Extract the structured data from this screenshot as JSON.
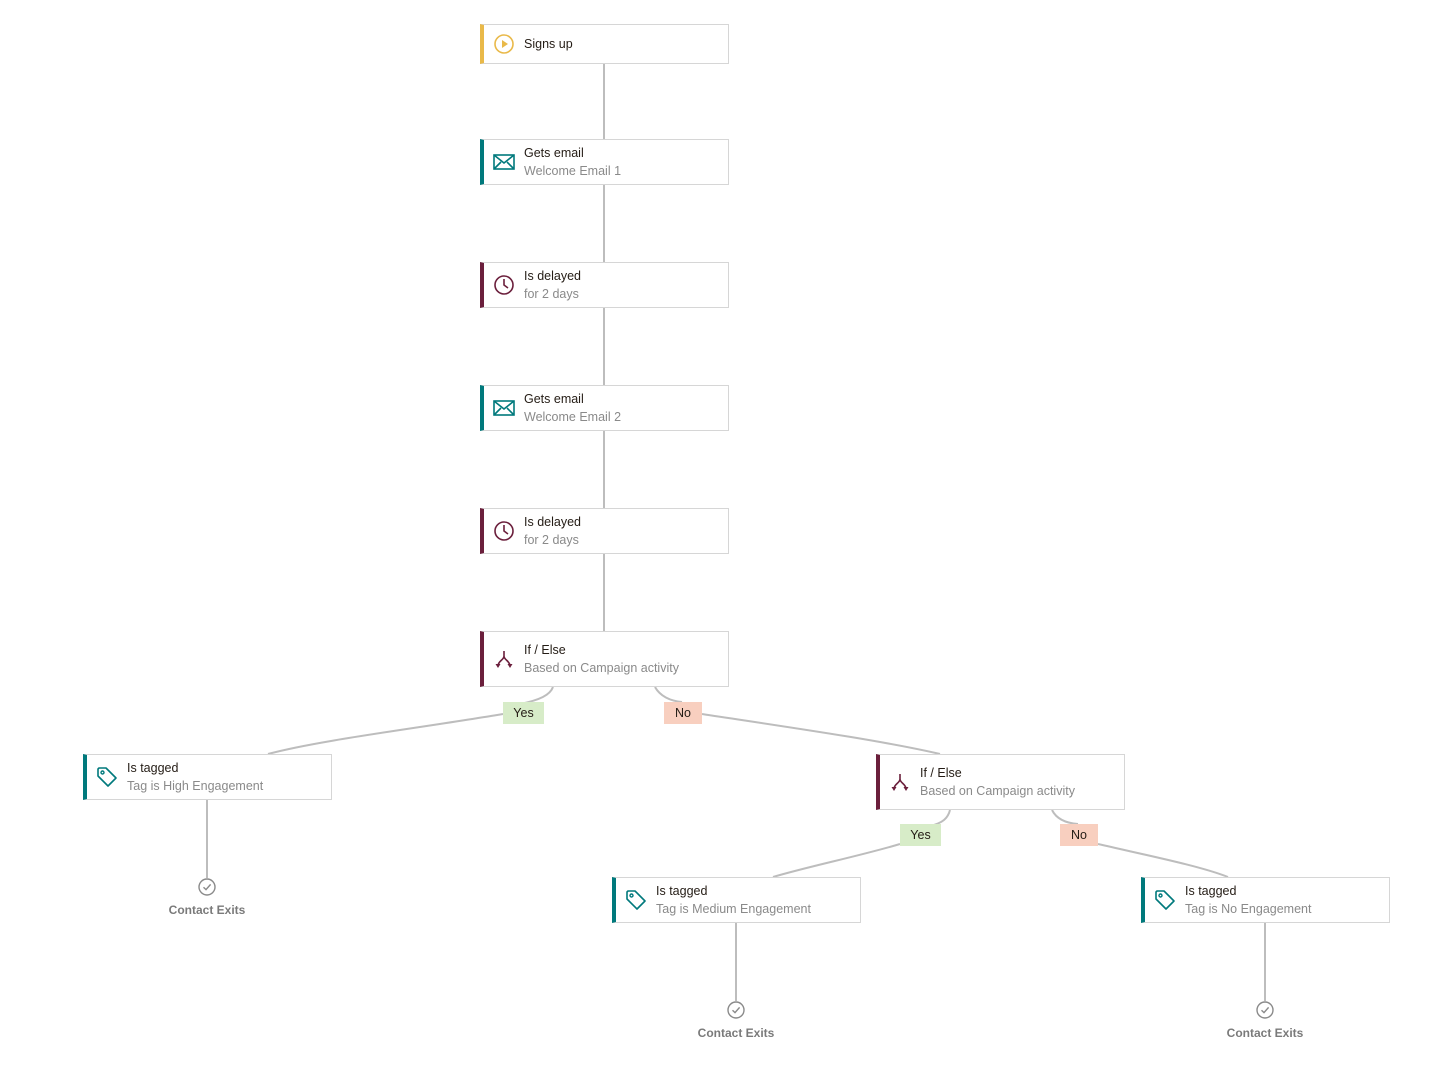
{
  "colors": {
    "trigger": "#e9b949",
    "email": "#00797c",
    "delay": "#6b1f3c",
    "condition": "#6b1f3c",
    "tag": "#00797c",
    "yes_bg": "#d7ecc8",
    "no_bg": "#f8cfbf",
    "connector": "#bdbdbd"
  },
  "steps": [
    {
      "icon": "play-circle-icon",
      "title": "Signs up",
      "subtitle": ""
    },
    {
      "icon": "envelope-icon",
      "title": "Gets email",
      "subtitle": "Welcome Email 1"
    },
    {
      "icon": "clock-icon",
      "title": "Is delayed",
      "subtitle": "for 2 days"
    },
    {
      "icon": "envelope-icon",
      "title": "Gets email",
      "subtitle": "Welcome Email 2"
    },
    {
      "icon": "clock-icon",
      "title": "Is delayed",
      "subtitle": "for 2 days"
    },
    {
      "icon": "branch-icon",
      "title": "If / Else",
      "subtitle": "Based on Campaign activity"
    }
  ],
  "branch1": {
    "yes": "Yes",
    "no": "No"
  },
  "yes_branch": {
    "tag": {
      "icon": "tag-icon",
      "title": "Is tagged",
      "subtitle": "Tag is High Engagement"
    },
    "exit": "Contact Exits"
  },
  "no_branch": {
    "condition": {
      "icon": "branch-icon",
      "title": "If / Else",
      "subtitle": "Based on Campaign activity"
    },
    "branch2": {
      "yes": "Yes",
      "no": "No"
    },
    "yes_tag": {
      "icon": "tag-icon",
      "title": "Is tagged",
      "subtitle": "Tag is Medium Engagement"
    },
    "yes_exit": "Contact Exits",
    "no_tag": {
      "icon": "tag-icon",
      "title": "Is tagged",
      "subtitle": "Tag is No Engagement"
    },
    "no_exit": "Contact Exits"
  }
}
